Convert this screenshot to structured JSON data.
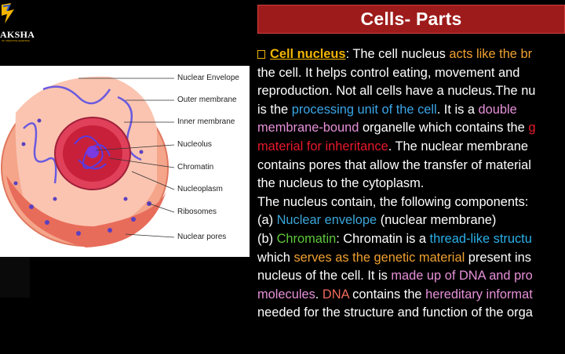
{
  "logo": {
    "name": "AKSHA",
    "tagline": "OF CREATIVE LEARNING"
  },
  "title": "Cells- Parts",
  "figure_labels": [
    "Nuclear Envelope",
    "Outer membrane",
    "Inner membrane",
    "Nucleolus",
    "Chromatin",
    "Nucleoplasm",
    "Ribosomes",
    "Nuclear pores"
  ],
  "paragraph": {
    "heading": "Cell nucleus",
    "t1": ": The cell nucleus ",
    "h1": "acts like the br",
    "l2": "the cell. It helps control eating, movement and",
    "l3": "reproduction. Not all cells have a nucleus.The nu",
    "l4a": "is the ",
    "h2": "processing unit of the cell",
    "l4b": ". It is a ",
    "h3": "double",
    "h3b": "membrane-bound",
    "l5": " organelle which contains the ",
    "h4": "g",
    "h4b": "material for inheritance",
    "l6": ". The nuclear membrane",
    "l7": "contains pores that allow the transfer of material",
    "l8": "the nucleus to the cytoplasm.",
    "l9": "The nucleus contain, the following components:",
    "a_prefix": "(a) ",
    "a_term": "Nuclear envelope",
    "a_rest": " (nuclear membrane)",
    "b_prefix": "(b) ",
    "b_term": "Chromatin",
    "b_mid": ": Chromatin is a ",
    "b_hl": "thread-like structu",
    "l12a": "which ",
    "l12hl": "serves as the genetic material",
    "l12b": " present ins",
    "l13a": "nucleus of the cell. It is ",
    "l13hl": "made up of DNA and pro",
    "l14hl": "molecules",
    "l14a": ". ",
    "l14dna": "DNA",
    "l14b": " contains the ",
    "l14hl2": "hereditary informat",
    "l15": "needed for the structure and function of the orga"
  },
  "colors": {
    "title_bar": "#9e1b1b",
    "heading": "#f2b400",
    "orange": "#f0a030",
    "blue": "#3aa6e8",
    "pink": "#e690d8",
    "red": "#e8192c",
    "green": "#5ec83a"
  }
}
